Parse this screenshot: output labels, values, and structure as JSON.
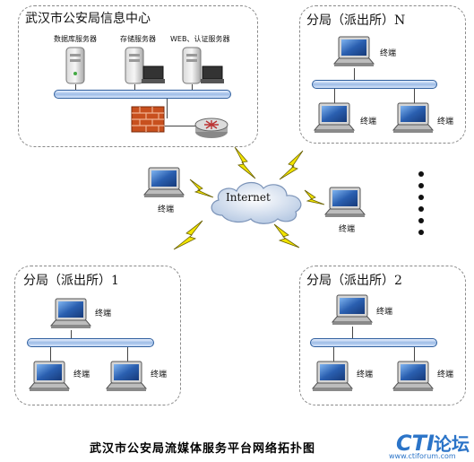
{
  "diagram": {
    "center_node": {
      "label": "Internet"
    },
    "info_center": {
      "title": "武汉市公安局信息中心",
      "servers": [
        {
          "label": "数据库服务器"
        },
        {
          "label": "存储服务器"
        },
        {
          "label": "WEB、认证服务器"
        }
      ]
    },
    "station_n": {
      "title": "分局（派出所）N",
      "terminal_label": "终端"
    },
    "station_1": {
      "title": "分局（派出所）1",
      "terminal_label": "终端"
    },
    "station_2": {
      "title": "分局（派出所）2",
      "terminal_label": "终端"
    },
    "free_terminals": [
      {
        "label": "终端"
      },
      {
        "label": "终端"
      }
    ],
    "caption": "武汉市公安局流媒体服务平台网络拓扑图"
  },
  "watermark": {
    "logo_text": "CTI论坛",
    "url": "www.ctiforum.com"
  },
  "colors": {
    "bus_blue": "#2f5f9e",
    "lightning": "#f2e400",
    "firewall": "#c8501e",
    "laptop_screen": "#2a5fb0",
    "watermark": "#2b74c8"
  },
  "icons": [
    "laptop-icon",
    "server-icon",
    "firewall-icon",
    "router-icon",
    "cloud-icon",
    "lightning-icon"
  ]
}
